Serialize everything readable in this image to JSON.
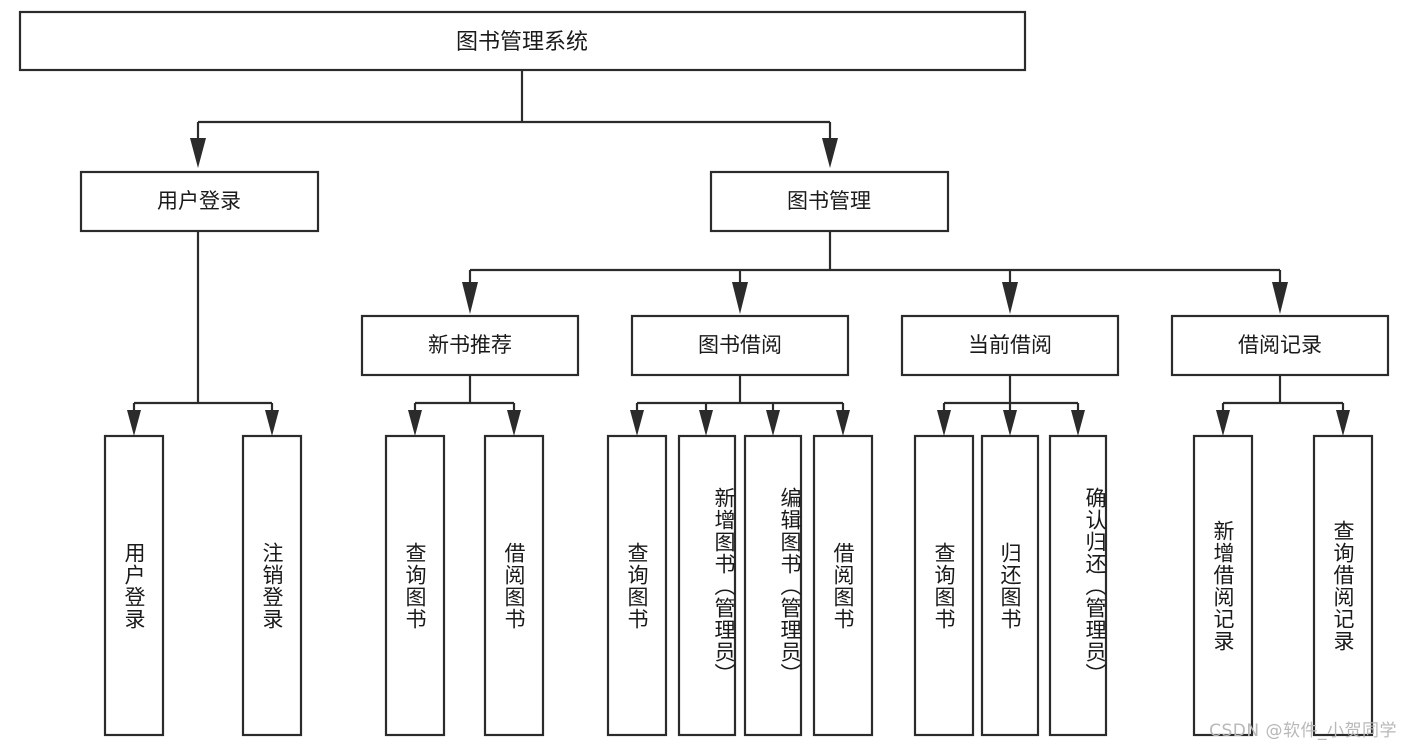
{
  "diagram": {
    "type": "tree-hierarchy",
    "title": "图书管理系统",
    "orientation": "top-down",
    "colors": {
      "stroke": "#2b2b2b",
      "fill": "#ffffff",
      "text": "#1a1a1a",
      "watermark": "#b8b8b8",
      "background": "#ffffff"
    },
    "root": {
      "label": "图书管理系统"
    },
    "level2": [
      {
        "id": "user-login",
        "label": "用户登录"
      },
      {
        "id": "book-management",
        "label": "图书管理"
      }
    ],
    "level3": [
      {
        "id": "new-book-recommend",
        "label": "新书推荐",
        "parent": "book-management"
      },
      {
        "id": "book-borrow",
        "label": "图书借阅",
        "parent": "book-management"
      },
      {
        "id": "current-borrow",
        "label": "当前借阅",
        "parent": "book-management"
      },
      {
        "id": "borrow-record",
        "label": "借阅记录",
        "parent": "book-management"
      }
    ],
    "leaves": {
      "user-login": [
        {
          "id": "leaf-user-login",
          "label": "用户登录"
        },
        {
          "id": "leaf-user-logout",
          "label": "注销登录"
        }
      ],
      "new-book-recommend": [
        {
          "id": "leaf-query-book-1",
          "label": "查询图书"
        },
        {
          "id": "leaf-borrow-book-1",
          "label": "借阅图书"
        }
      ],
      "book-borrow": [
        {
          "id": "leaf-query-book-2",
          "label": "查询图书"
        },
        {
          "id": "leaf-add-book",
          "label": "新增图书（管理员）"
        },
        {
          "id": "leaf-edit-book",
          "label": "编辑图书（管理员）"
        },
        {
          "id": "leaf-borrow-book-2",
          "label": "借阅图书"
        }
      ],
      "current-borrow": [
        {
          "id": "leaf-query-book-3",
          "label": "查询图书"
        },
        {
          "id": "leaf-return-book",
          "label": "归还图书"
        },
        {
          "id": "leaf-confirm-return",
          "label": "确认归还（管理员）"
        }
      ],
      "borrow-record": [
        {
          "id": "leaf-add-record",
          "label": "新增借阅记录"
        },
        {
          "id": "leaf-query-record",
          "label": "查询借阅记录"
        }
      ]
    }
  },
  "watermark": {
    "text": "CSDN @软件_小贺同学"
  }
}
